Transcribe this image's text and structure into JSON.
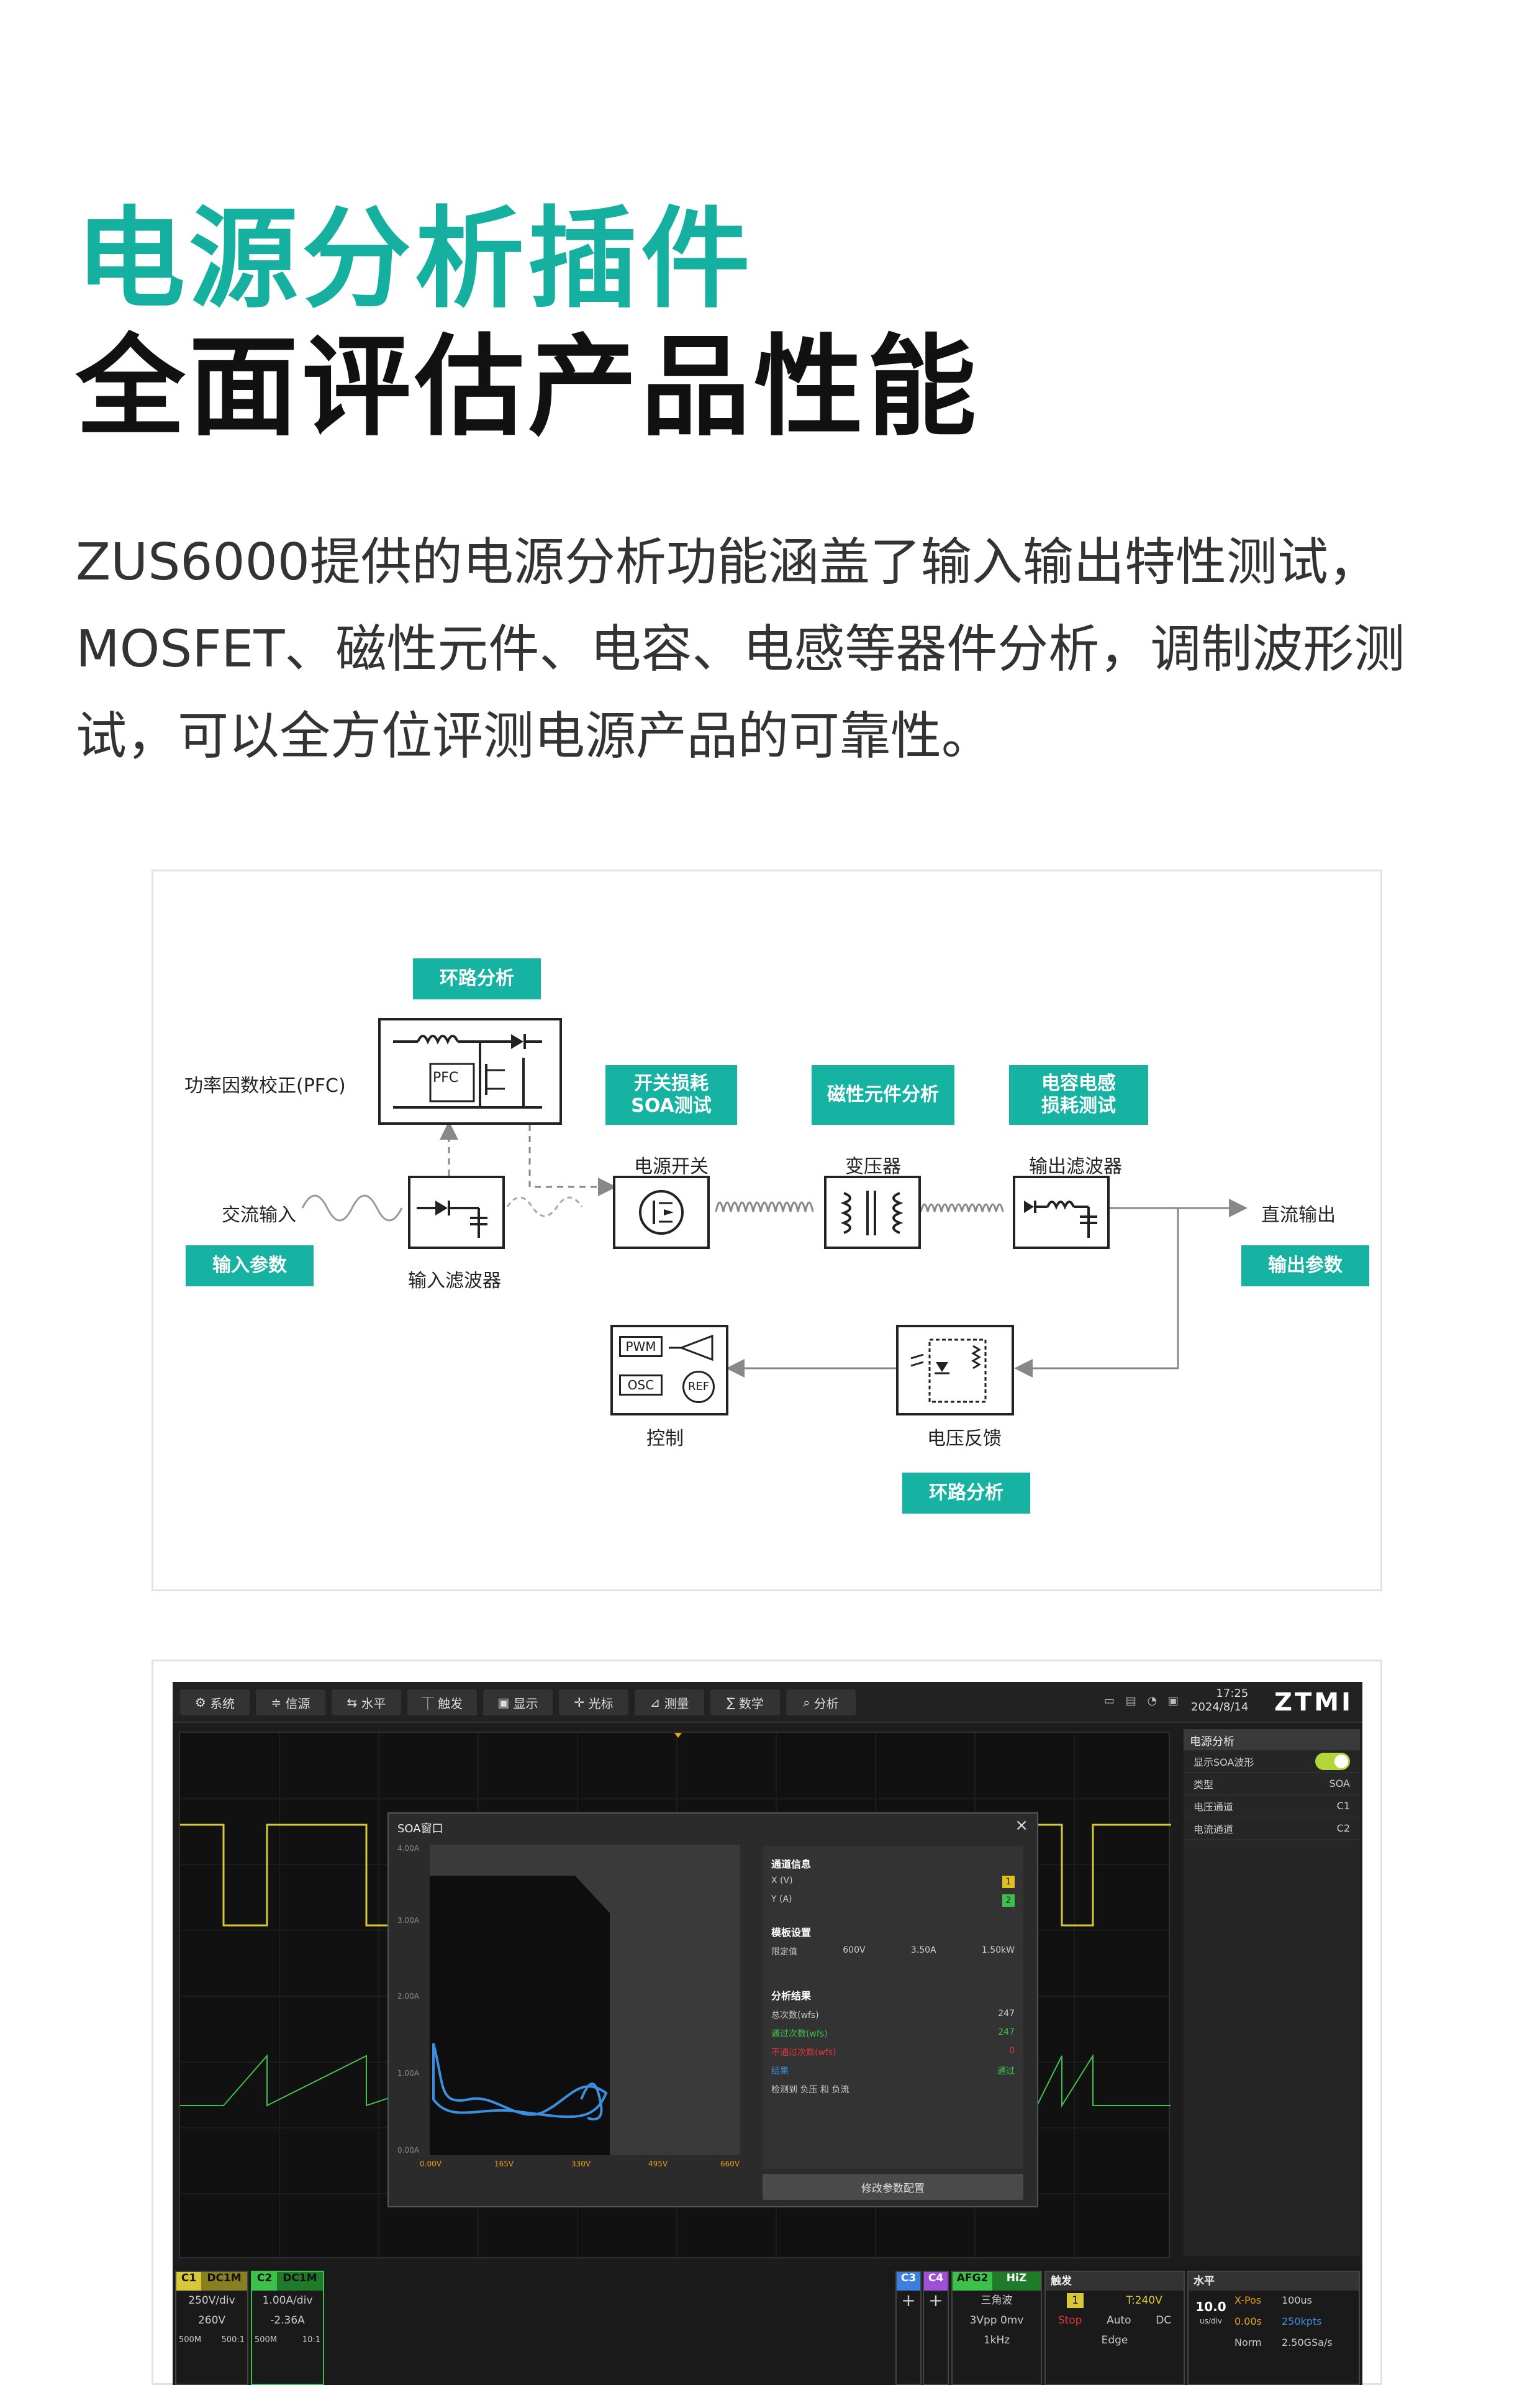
{
  "header": {
    "title_line1": "电源分析插件",
    "title_line2": "全面评估产品性能",
    "paragraph": [
      "ZUS6000提供的电源分析功能涵盖了输入输出特性测试，",
      "MOSFET、磁性元件、电容、电感等器件分析，调制波形测",
      "试，可以全方位评测电源产品的可靠性。"
    ]
  },
  "diagram": {
    "tags": {
      "loop_top": "环路分析",
      "switch_loss": "开关损耗\nSOA测试",
      "magnetic": "磁性元件分析",
      "cap_ind": "电容电感\n损耗测试",
      "input_params": "输入参数",
      "output_params": "输出参数",
      "loop_bottom": "环路分析"
    },
    "labels": {
      "pfc": "功率因数校正(PFC)",
      "ac_input": "交流输入",
      "input_filter": "输入滤波器",
      "power_switch": "电源开关",
      "transformer": "变压器",
      "output_filter": "输出滤波器",
      "dc_output": "直流输出",
      "control": "控制",
      "voltage_feedback": "电压反馈"
    },
    "block_text": {
      "pfc": "PFC",
      "pwm": "PWM",
      "osc": "OSC",
      "ref": "REF"
    }
  },
  "scope": {
    "menu": [
      "系统",
      "信源",
      "水平",
      "触发",
      "显示",
      "光标",
      "测量",
      "数学",
      "分析"
    ],
    "menu_icons": [
      "gear-icon",
      "source-icon",
      "horizontal-icon",
      "trigger-icon",
      "display-icon",
      "cursor-icon",
      "measure-icon",
      "math-icon",
      "search-icon"
    ],
    "time": "17:25",
    "date": "2024/8/14",
    "logo": "ZTMI",
    "right_panel": {
      "title": "电源分析",
      "rows": [
        {
          "label": "显示SOA波形",
          "value": ""
        },
        {
          "label": "类型",
          "value": "SOA"
        },
        {
          "label": "电压通道",
          "value": "C1"
        },
        {
          "label": "电流通道",
          "value": "C2"
        }
      ]
    },
    "soa": {
      "title": "SOA窗口",
      "y_ticks": [
        "4.00A",
        "3.00A",
        "2.00A",
        "1.00A",
        "0.00A"
      ],
      "x_ticks": [
        "0.00V",
        "165V",
        "330V",
        "495V",
        "660V"
      ],
      "channel_info": "通道信息",
      "x_label": "X (V)",
      "x_badge": "1",
      "y_label": "Y (A)",
      "y_badge": "2",
      "template": "模板设置",
      "limit_label": "限定值",
      "limit_v": "600V",
      "limit_a": "3.50A",
      "limit_w": "1.50kW",
      "results": "分析结果",
      "total_label": "总次数(wfs)",
      "total_value": "247",
      "pass_label": "通过次数(wfs)",
      "pass_value": "247",
      "fail_label": "不通过次数(wfs)",
      "fail_value": "0",
      "result_label": "结果",
      "result_value": "通过",
      "detect": "检测到 负压 和 负流",
      "button": "修改参数配置",
      "colors": {
        "trace": "#3b8fe0",
        "pass": "#3cc24a",
        "fail": "#e0363b"
      }
    },
    "bottom": {
      "c1": {
        "name": "C1",
        "coupling": "DC1M",
        "scale": "250V/div",
        "offset": "260V",
        "bw": "500M",
        "ratio": "500:1"
      },
      "c2": {
        "name": "C2",
        "coupling": "DC1M",
        "scale": "1.00A/div",
        "offset": "-2.36A",
        "bw": "500M",
        "ratio": "10:1"
      },
      "c3": "C3",
      "c4": "C4",
      "afg": {
        "name": "AFG2",
        "mode": "HiZ",
        "wave": "三角波",
        "amp": "3Vpp  0mv",
        "freq": "1kHz"
      },
      "trigger": {
        "title": "触发",
        "ch": "1",
        "level": "T:240V",
        "state": "Stop",
        "mode": "Auto",
        "coupling": "DC",
        "type": "Edge"
      },
      "horizontal": {
        "title": "水平",
        "div": "10.0",
        "div_unit": "us/div",
        "xpos_label": "X-Pos",
        "xpos_value": "100us",
        "offset": "0.00s",
        "pts": "250kpts",
        "acq": "Norm",
        "rate": "2.50GSa/s"
      }
    },
    "colors": {
      "c1": "#d8c838",
      "c2": "#3cc24a",
      "c3": "#3d7fe0",
      "c4": "#a050d8",
      "afg": "#3cc24a"
    }
  }
}
